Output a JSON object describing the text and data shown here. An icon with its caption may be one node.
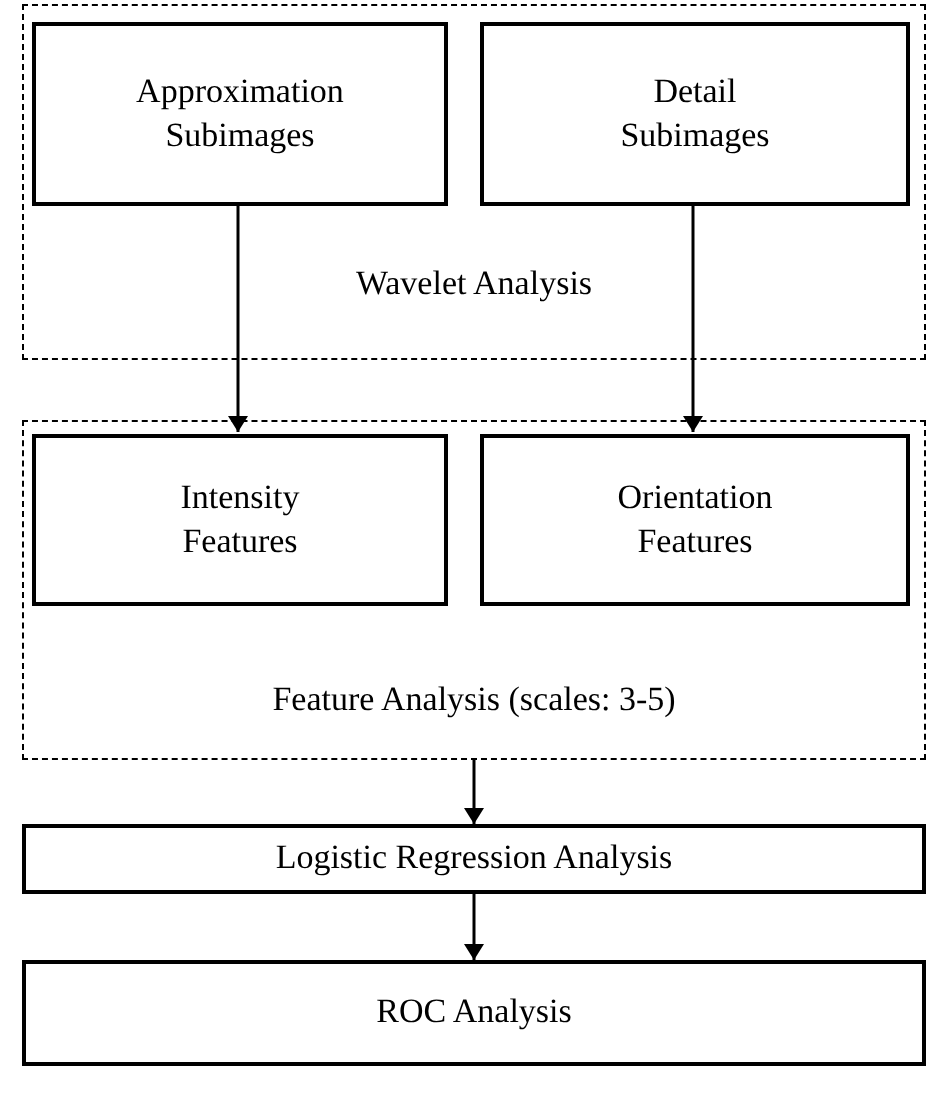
{
  "diagram": {
    "nodes": [
      {
        "text": [
          "Wavelet Analysis"
        ]
      },
      {
        "text": [
          "Approximation Subimages"
        ],
        "in": 0
      },
      {
        "text": [
          "Detail Subimages"
        ],
        "in": 0
      },
      {
        "text": [
          "Feature Analysis (scales: 3-5)"
        ]
      },
      {
        "text": [
          "Intensity Features"
        ],
        "in": 3
      },
      {
        "text": [
          "Orientation Features"
        ],
        "in": 3
      },
      {
        "text": [
          "Logistic Regression Analysis"
        ]
      },
      {
        "text": [
          "ROC Analysis"
        ]
      }
    ],
    "edges": [
      {
        "from": 1,
        "to": 4,
        "arrow": "to"
      },
      {
        "from": 2,
        "to": 5,
        "arrow": "to"
      },
      {
        "from": 3,
        "to": 6,
        "arrow": "to"
      },
      {
        "from": 6,
        "to": 7,
        "arrow": "to"
      }
    ]
  }
}
